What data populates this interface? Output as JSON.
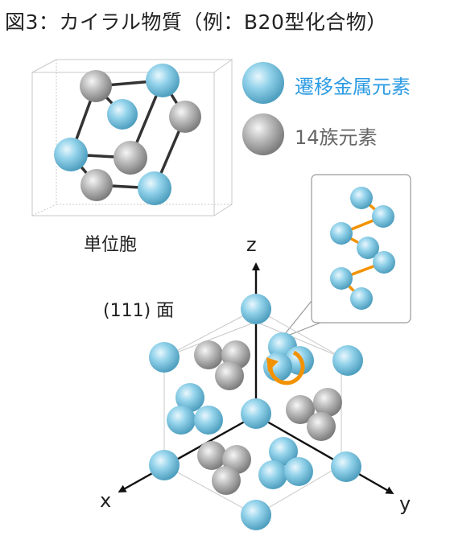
{
  "title": "図3：カイラル物質（例：B20型化合物）",
  "legend": {
    "transition_metal": "遷移金属元素",
    "group14": "14族元素"
  },
  "captions": {
    "unit_cell": "単位胞",
    "plane": "(111) 面"
  },
  "axes": {
    "z": "z",
    "x": "x",
    "y": "y"
  },
  "colors": {
    "transition_metal": "#8fd0ea",
    "group14": "#b9b9b9",
    "helix": "#f39200",
    "bond": "#333333",
    "legend_text_tm": "#2c9be3"
  }
}
